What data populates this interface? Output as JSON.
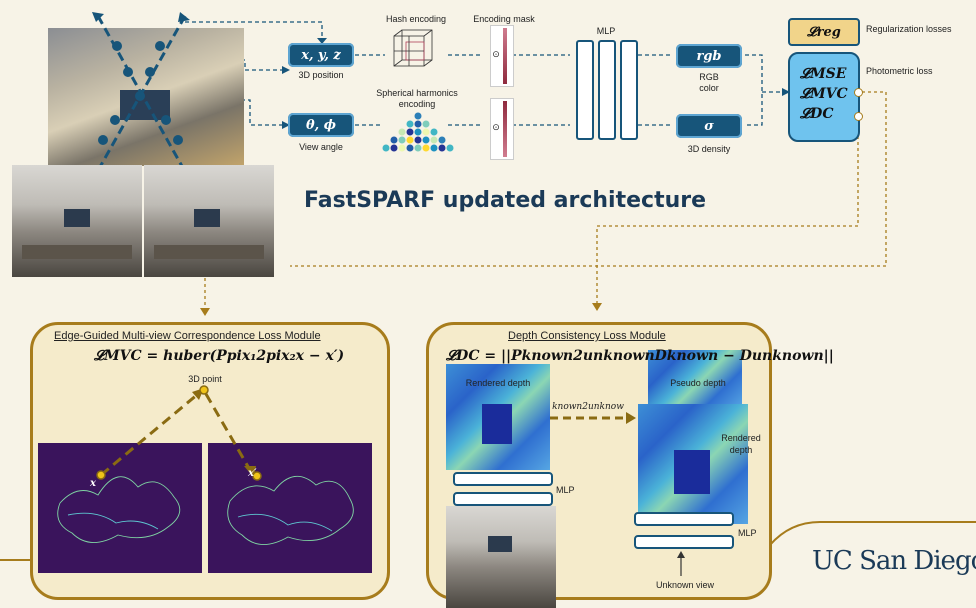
{
  "title": "FastSPARF updated architecture",
  "pipeline": {
    "input_position": "x, y, z",
    "input_position_label": "3D position",
    "input_angle": "θ, ϕ",
    "input_angle_label": "View angle",
    "hash_label": "Hash encoding",
    "mask_label": "Encoding mask",
    "sh_label_1": "Spherical harmonics",
    "sh_label_2": "encoding",
    "mlp_label": "MLP",
    "out_rgb": "rgb",
    "out_rgb_label_1": "RGB",
    "out_rgb_label_2": "color",
    "out_sigma": "σ",
    "out_sigma_label": "3D density",
    "odot": "⊙"
  },
  "losses": {
    "reg": "𝓛reg",
    "reg_label": "Regularization losses",
    "mse": "𝓛MSE",
    "mvc": "𝓛MVC",
    "dc": "𝓛DC",
    "photometric_label": "Photometric loss"
  },
  "mvc_module": {
    "title": "Edge-Guided Multi-view Correspondence Loss Module",
    "formula": "𝓛MVC = huber(Ppix₁2pix₂x − x′)",
    "point_label": "3D point",
    "x_label": "x",
    "x_prime_label": "x′"
  },
  "dc_module": {
    "title": "Depth Consistency Loss Module",
    "formula": "𝓛DC = ||Pknown2unknownDknown − Dunknown||",
    "rendered_depth": "Rendered depth",
    "pseudo_depth": "Pseudo depth",
    "rendered_depth_2a": "Rendered",
    "rendered_depth_2b": "depth",
    "transform_label": "known2unknow",
    "mlp_left": "MLP",
    "mlp_right": "MLP",
    "unknown_view": "Unknown view"
  },
  "logo": "UC San Diego",
  "colors": {
    "accent_blue": "#17557a",
    "gold": "#a77c1c",
    "panel_bg": "#f5ebcb",
    "loss_box": "#6fc3ee",
    "reg_box": "#f1d48a"
  }
}
